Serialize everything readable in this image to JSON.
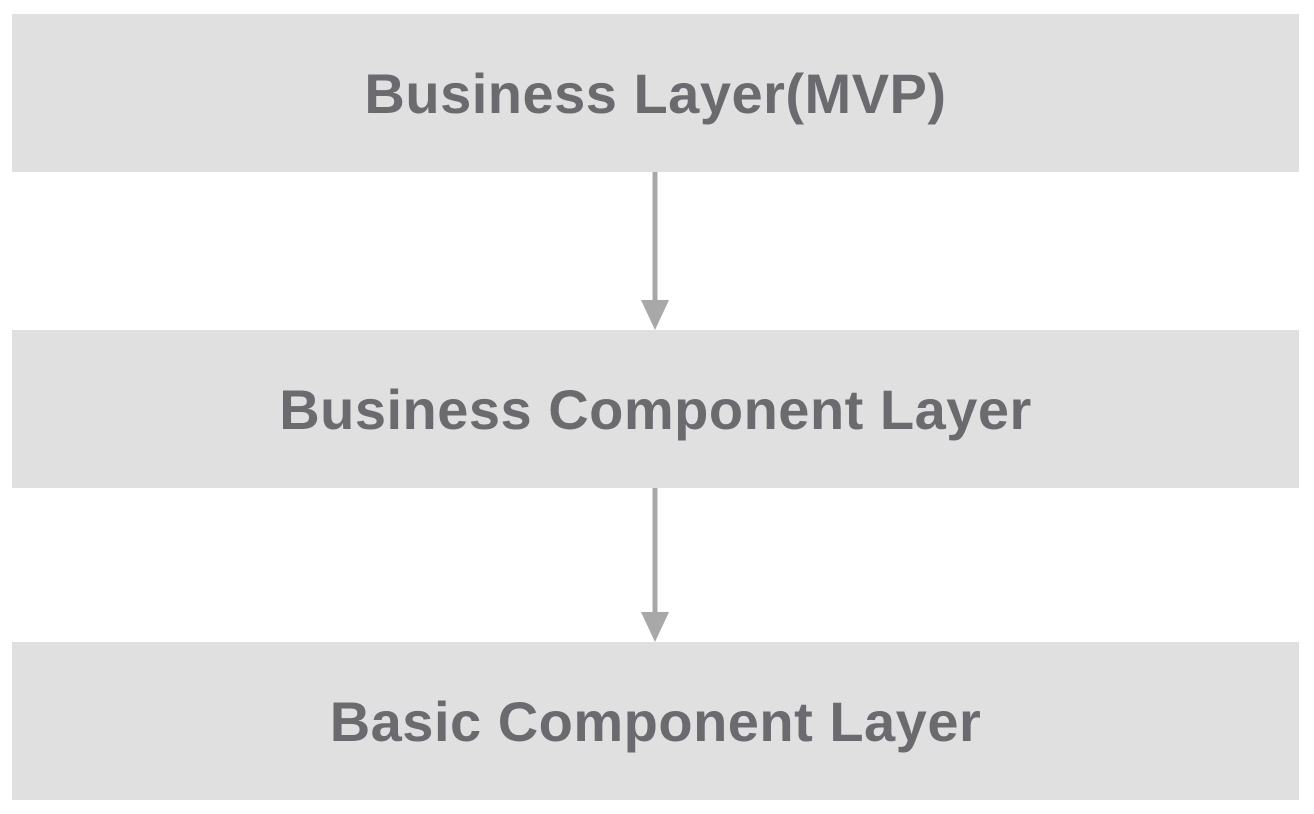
{
  "diagram": {
    "layers": [
      {
        "label": "Business Layer(MVP)"
      },
      {
        "label": "Business Component Layer"
      },
      {
        "label": "Basic Component Layer"
      }
    ],
    "colors": {
      "box_fill": "#e0e0e0",
      "text": "#6b6a6f",
      "arrow": "#a8a8a8"
    }
  }
}
